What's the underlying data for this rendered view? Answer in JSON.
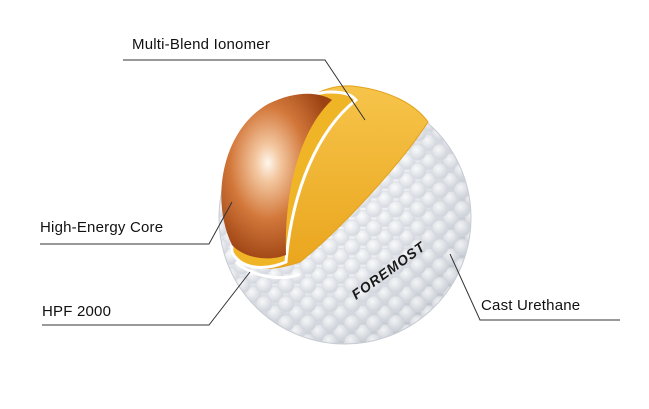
{
  "labels": {
    "ionomer": "Multi-Blend Ionomer",
    "core": "High-Energy Core",
    "hpf": "HPF 2000",
    "urethane": "Cast Urethane"
  },
  "ball": {
    "brand": "FOREMOST"
  },
  "colors": {
    "cover": "#eef0f3",
    "ionomer": "#f2b323",
    "hpf": "#e8a21a",
    "core": "#c25a1a",
    "leader_line": "#333333"
  }
}
